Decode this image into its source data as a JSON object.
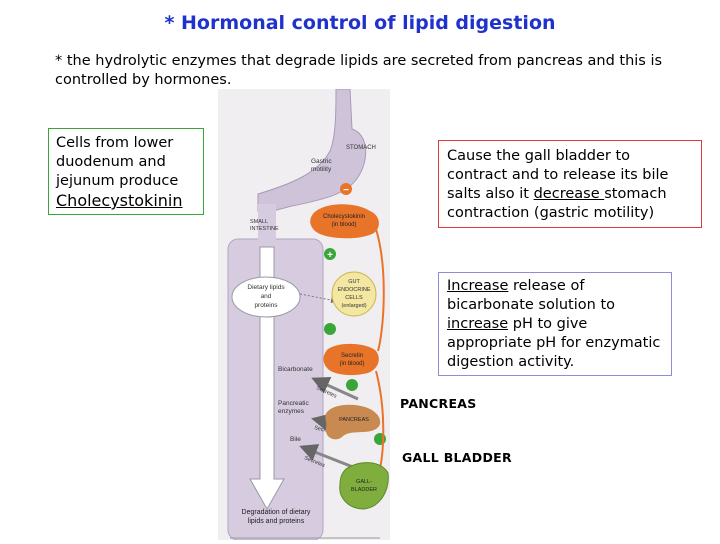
{
  "title": "* Hormonal control of lipid digestion",
  "intro": "* the hydrolytic enzymes that degrade lipids are secreted from pancreas and this is controlled by hormones.",
  "cck_box": {
    "text": "Cells from lower duodenum and jejunum produce",
    "hormone": "Cholecystokinin"
  },
  "gallbladder_box": {
    "part1": "Cause the gall bladder to contract and to release its bile salts also it ",
    "underlined": "decrease ",
    "part2": "stomach contraction (gastric motility)"
  },
  "bicarbonate_box": {
    "underlined1": "Increase",
    "part1": " release of bicarbonate solution to ",
    "underlined2": "increase",
    "part2": " pH to give appropriate pH for enzymatic digestion activity."
  },
  "labels": {
    "pancreas": "PANCREAS",
    "gall_bladder": "GALL BLADDER"
  },
  "figure": {
    "stomach": "STOMACH",
    "gastric_motility_1": "Gastric",
    "gastric_motility_2": "motility",
    "small_intestine_1": "SMALL",
    "small_intestine_2": "INTESTINE",
    "cck_blood_1": "Cholecystokinin",
    "cck_blood_2": "(in blood)",
    "gut_1": "GUT",
    "gut_2": "ENDOCRINE",
    "gut_3": "CELLS",
    "gut_4": "(enlarged)",
    "dietary_1": "Dietary lipids",
    "dietary_2": "and",
    "dietary_3": "proteins",
    "secretin_1": "Secretin",
    "secretin_2": "(in blood)",
    "bicarbonate": "Bicarbonate",
    "pancreatic_1": "Pancreatic",
    "pancreatic_2": "enzymes",
    "bile": "Bile",
    "pancreas_inner": "PANCREAS",
    "gall_inner_1": "GALL-",
    "gall_inner_2": "BLADDER",
    "secretes_1": "Secretes",
    "secretes_2": "Secretes",
    "secretes_3": "Secretes",
    "degradation_1": "Degradation of dietary",
    "degradation_2": "lipids and proteins",
    "minus_sign": "−",
    "plus_sign": "+"
  },
  "colors": {
    "title": "#1f33cc",
    "green_border": "#3aa63a",
    "red_border": "#e23a3a",
    "blue_border": "#8e8ed6",
    "hormone_orange": "#e8742a",
    "gut_cells": "#f3e7a2",
    "intestine": "#d6cbdf"
  }
}
